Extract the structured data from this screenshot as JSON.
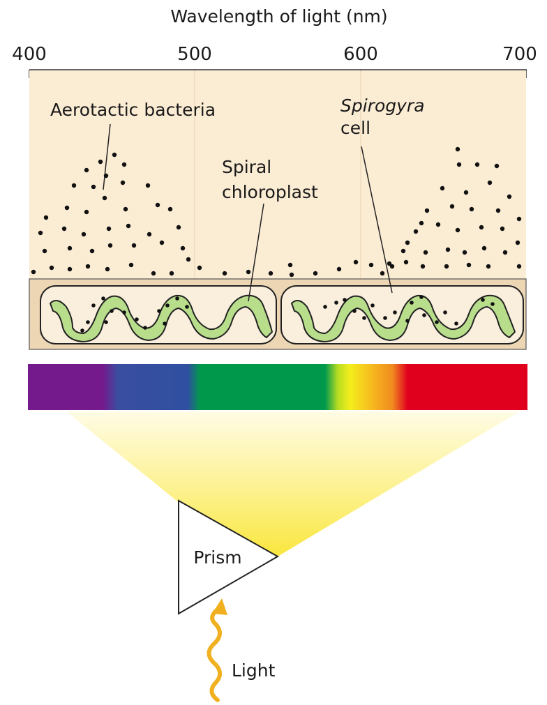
{
  "axis": {
    "title": "Wavelength of light (nm)",
    "ticks": [
      "400",
      "500",
      "600",
      "700"
    ]
  },
  "labels": {
    "bacteria": "Aerotactic bacteria",
    "spirogyra_italic": "Spirogyra",
    "spirogyra_rest": "cell",
    "chloroplast_line1": "Spiral",
    "chloroplast_line2": "chloroplast",
    "prism": "Prism",
    "light": "Light"
  },
  "colors": {
    "background_panel": "#fbecd4",
    "cell_band": "#ecd6b4",
    "chloroplast_fill": "#b8de8c",
    "bacteria_dot": "#111111",
    "light_arrow": "#f0b020",
    "beam": "#fce94a",
    "spectrum": [
      "#741a8c",
      "#2f4fa0",
      "#00994c",
      "#f4ee1c",
      "#f08a1e",
      "#e0001e"
    ]
  }
}
